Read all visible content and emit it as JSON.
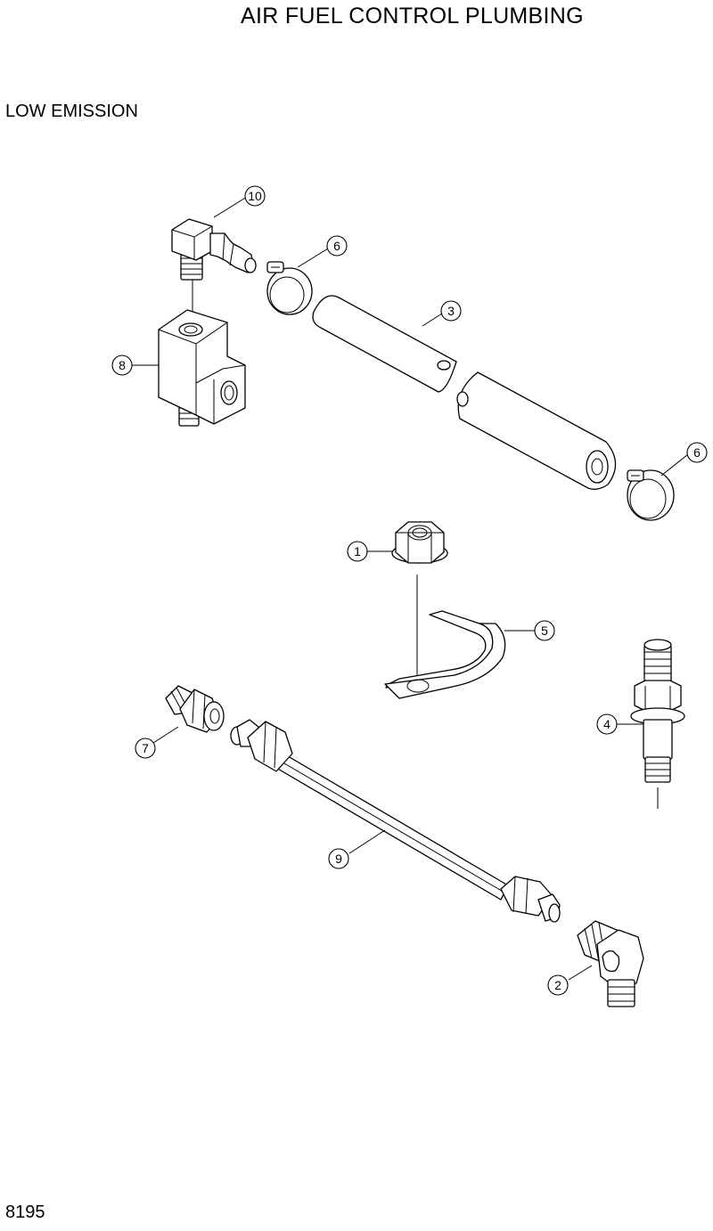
{
  "header": {
    "title": "AIR FUEL CONTROL PLUMBING",
    "subtitle": "LOW EMISSION"
  },
  "footer": {
    "page_number": "8195"
  },
  "callouts": [
    {
      "id": "c10",
      "label": "10"
    },
    {
      "id": "c6a",
      "label": "6"
    },
    {
      "id": "c3",
      "label": "3"
    },
    {
      "id": "c8",
      "label": "8"
    },
    {
      "id": "c6b",
      "label": "6"
    },
    {
      "id": "c1",
      "label": "1"
    },
    {
      "id": "c5",
      "label": "5"
    },
    {
      "id": "c4",
      "label": "4"
    },
    {
      "id": "c7",
      "label": "7"
    },
    {
      "id": "c9",
      "label": "9"
    },
    {
      "id": "c2",
      "label": "2"
    }
  ]
}
